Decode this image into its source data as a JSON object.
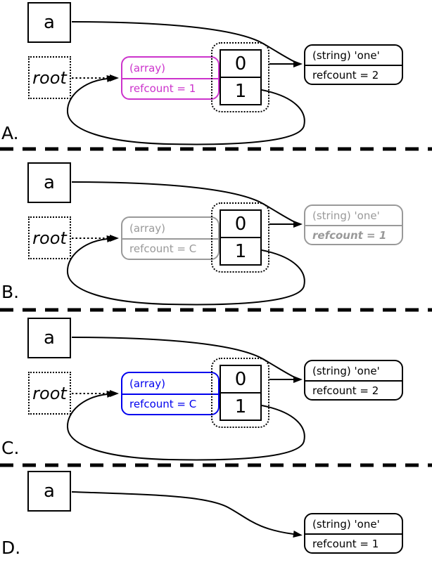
{
  "palette": {
    "magenta": "#cc33cc",
    "blue": "#0000ee",
    "gray": "#999999",
    "black": "#000000",
    "background": "#ffffff"
  },
  "panels": {
    "a": {
      "label": "A.",
      "var_name": "a",
      "root_label": "root",
      "array_type": "(array)",
      "array_refcount": "refcount = 1",
      "cell0": "0",
      "cell1": "1",
      "string_type": "(string) 'one'",
      "string_refcount": "refcount = 2"
    },
    "b": {
      "label": "B.",
      "var_name": "a",
      "root_label": "root",
      "array_type": "(array)",
      "array_refcount": "refcount = C",
      "cell0": "0",
      "cell1": "1",
      "string_type": "(string) 'one'",
      "string_refcount": "refcount = 1"
    },
    "c": {
      "label": "C.",
      "var_name": "a",
      "root_label": "root",
      "array_type": "(array)",
      "array_refcount": "refcount = C",
      "cell0": "0",
      "cell1": "1",
      "string_type": "(string) 'one'",
      "string_refcount": "refcount = 2"
    },
    "d": {
      "label": "D.",
      "var_name": "a",
      "string_type": "(string) 'one'",
      "string_refcount": "refcount = 1"
    }
  }
}
